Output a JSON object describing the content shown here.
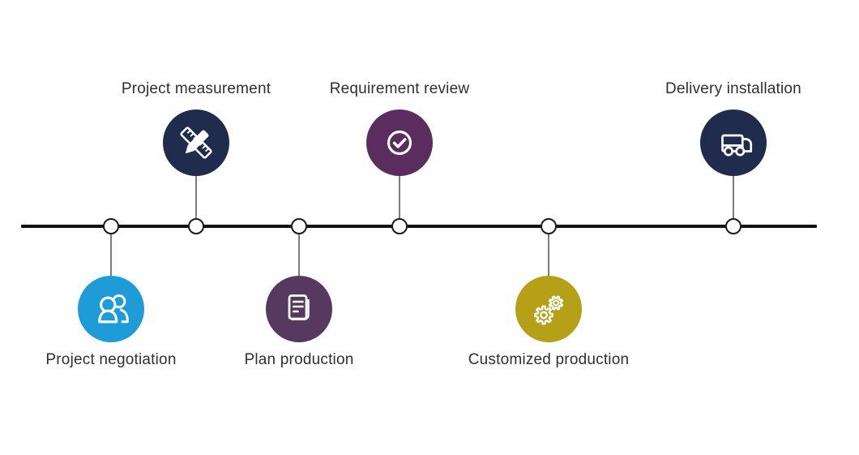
{
  "diagram": {
    "type": "process-timeline",
    "background_color": "#ffffff",
    "axis_color": "#121212",
    "node_fill": "#ffffff",
    "node_border": "#1a1a1a",
    "connector_color": "#7d7d7d",
    "label_color": "#2f2f2f",
    "steps": [
      {
        "label": "Project negotiation",
        "icon": "people-icon",
        "color": "#1E9CD8",
        "side": "below"
      },
      {
        "label": "Project measurement",
        "icon": "ruler-pencil-icon",
        "color": "#1F2C4E",
        "side": "above"
      },
      {
        "label": "Plan production",
        "icon": "document-icon",
        "color": "#57395F",
        "side": "below"
      },
      {
        "label": "Requirement review",
        "icon": "check-circle-icon",
        "color": "#5B2C5E",
        "side": "above"
      },
      {
        "label": "Customized production",
        "icon": "gears-icon",
        "color": "#B5A018",
        "side": "below"
      },
      {
        "label": "Delivery installation",
        "icon": "truck-icon",
        "color": "#1F2C4E",
        "side": "above"
      }
    ]
  }
}
